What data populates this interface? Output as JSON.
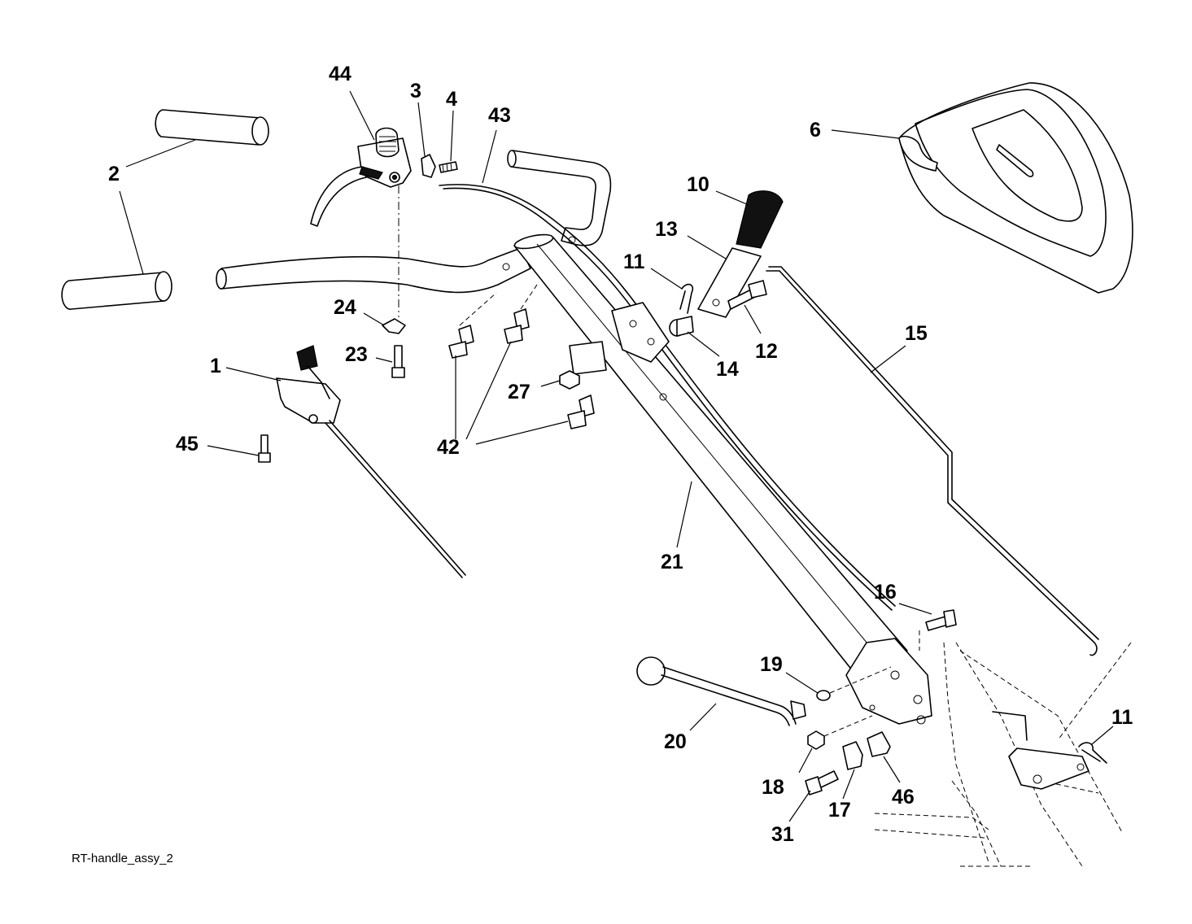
{
  "caption": "RT-handle_assy_2",
  "callouts": {
    "c44": "44",
    "c3": "3",
    "c4": "4",
    "c43": "43",
    "c6": "6",
    "c2a": "2",
    "c10": "10",
    "c13": "13",
    "c11a": "11",
    "c24": "24",
    "c23": "23",
    "c1": "1",
    "c45": "45",
    "c42": "42",
    "c27": "27",
    "c14": "14",
    "c12": "12",
    "c15": "15",
    "c21": "21",
    "c16": "16",
    "c19": "19",
    "c20": "20",
    "c18": "18",
    "c17": "17",
    "c46": "46",
    "c31": "31",
    "c11b": "11"
  }
}
